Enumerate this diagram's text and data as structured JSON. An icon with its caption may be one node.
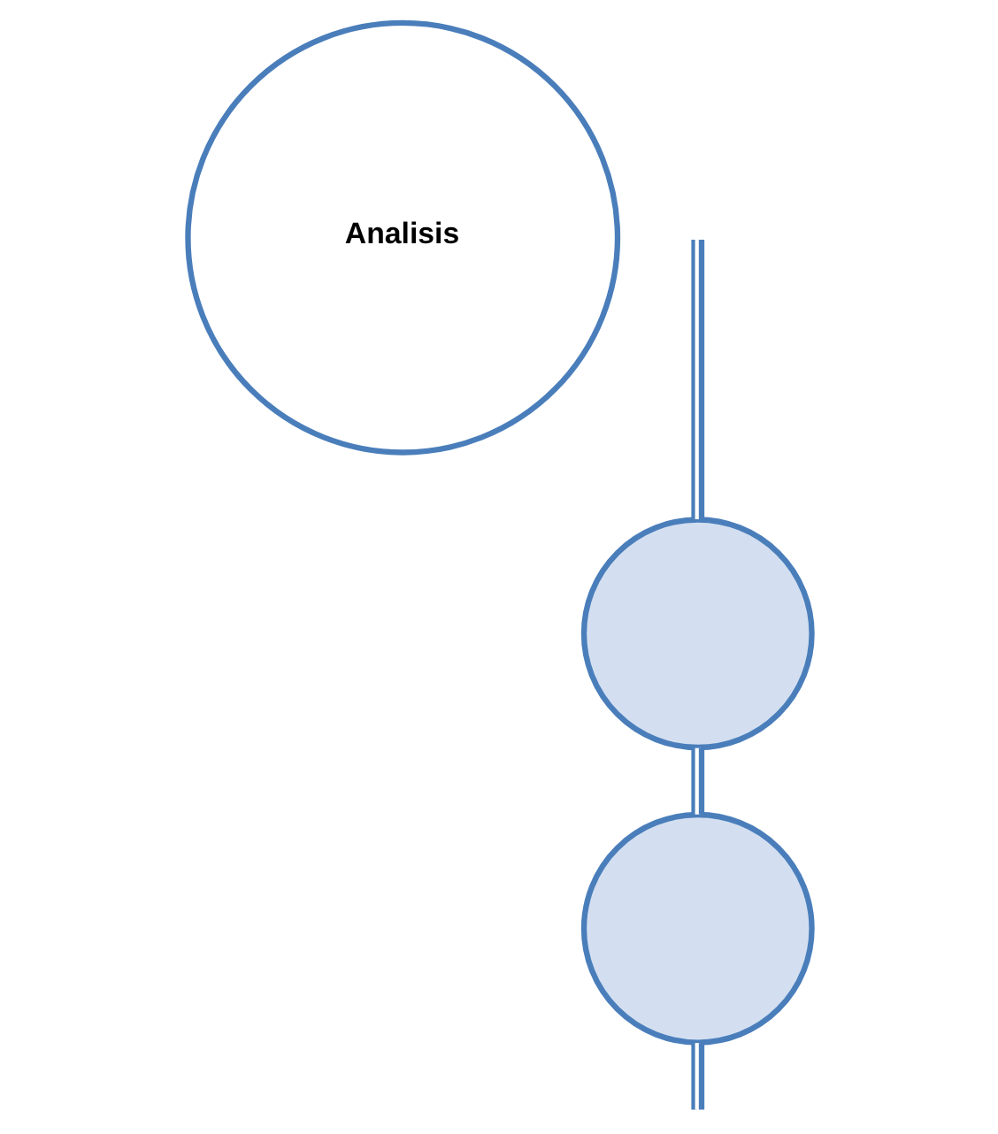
{
  "diagram": {
    "nodes": [
      {
        "text": [
          "Analisis"
        ]
      },
      {
        "text": [],
        "shape": "circle"
      },
      {
        "text": [],
        "shape": "circle"
      }
    ],
    "edges": [
      {
        "from": null,
        "to": 1,
        "arrow": "none"
      },
      {
        "from": 1,
        "to": 2,
        "arrow": "none"
      },
      {
        "from": 2,
        "to": null,
        "arrow": "none"
      }
    ]
  }
}
